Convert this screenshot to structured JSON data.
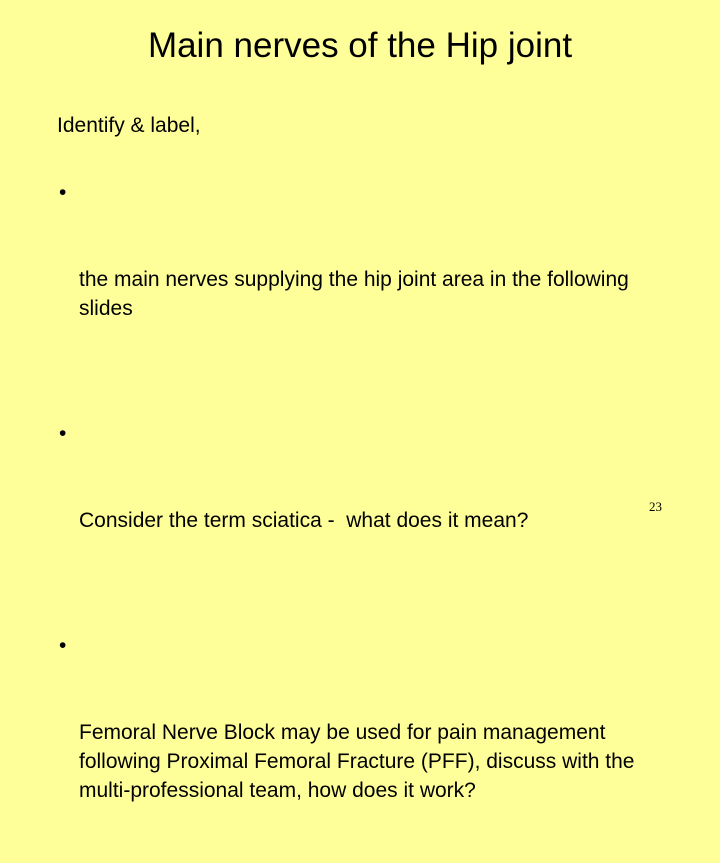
{
  "slide": {
    "background_color": "#ffff99",
    "text_color": "#000000",
    "title": "Main nerves of the Hip joint",
    "lead_line": "Identify & label,",
    "bullet_marker": "•",
    "bullets": [
      "the main nerves supplying the hip joint area in the following slides",
      "Consider the term sciatica -  what does it mean?",
      "Femoral Nerve Block may be used for pain management following Proximal Femoral Fracture (PFF), discuss with the multi-professional team, how does it work?"
    ],
    "page_number": "23"
  }
}
